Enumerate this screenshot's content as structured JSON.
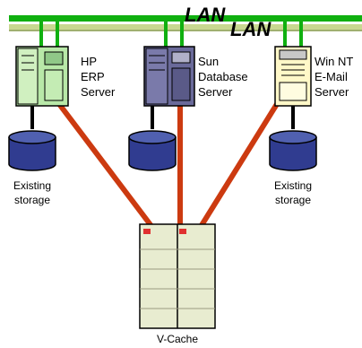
{
  "network": {
    "lan_label_1": "LAN",
    "lan_label_2": "LAN",
    "colors": {
      "lan_bar_dark": "#10b010",
      "lan_bar_light": "#c8d890",
      "drop_line": "#10b010",
      "san_link": "#cc3a10"
    }
  },
  "servers": [
    {
      "name_line1": "HP",
      "name_line2": "ERP",
      "name_line3": "Server",
      "icon": "hp-server-icon",
      "color": "#b8e8a8"
    },
    {
      "name_line1": "Sun",
      "name_line2": "Database",
      "name_line3": "Server",
      "icon": "sun-server-icon",
      "color": "#6a6a9a"
    },
    {
      "name_line1": "Win NT",
      "name_line2": "E-Mail",
      "name_line3": "Server",
      "icon": "nt-server-icon",
      "color": "#fff8c8"
    }
  ],
  "storage": [
    {
      "label_line1": "Existing",
      "label_line2": "storage",
      "icon": "disk-storage-icon"
    },
    {
      "label_line1": "",
      "label_line2": "",
      "icon": "disk-storage-icon"
    },
    {
      "label_line1": "Existing",
      "label_line2": "storage",
      "icon": "disk-storage-icon"
    }
  ],
  "vcache": {
    "label": "V-Cache",
    "icon": "storage-cabinet-icon",
    "color": "#e8ecd0"
  }
}
